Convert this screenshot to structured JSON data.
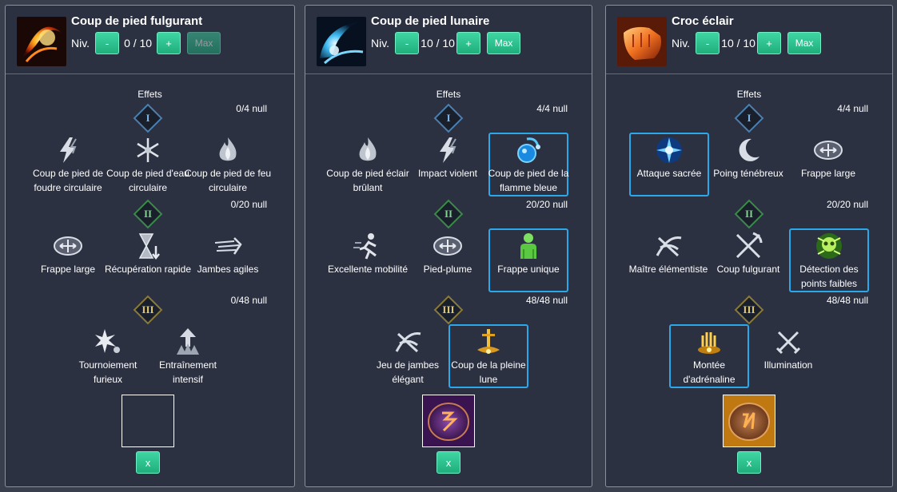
{
  "labels": {
    "niv": "Niv.",
    "minus": "-",
    "plus": "+",
    "max": "Max",
    "effets": "Effets",
    "remove": "x",
    "tier1": "I",
    "tier2": "II",
    "tier3": "III"
  },
  "panels": [
    {
      "name": "Coup de pied fulgurant",
      "level": "0 / 10",
      "counts": [
        "0/4 null",
        "0/20 null",
        "0/48 null"
      ],
      "tier1": [
        "Coup de pied de foudre circulaire",
        "Coup de pied d'eau circulaire",
        "Coup de pied de feu circulaire"
      ],
      "tier2": [
        "Frappe large",
        "Récupération rapide",
        "Jambes agiles"
      ],
      "tier3": [
        "Tournoiement furieux",
        "Entraînement intensif"
      ]
    },
    {
      "name": "Coup de pied lunaire",
      "level": "10 / 10",
      "counts": [
        "4/4 null",
        "20/20 null",
        "48/48 null"
      ],
      "tier1": [
        "Coup de pied éclair brûlant",
        "Impact violent",
        "Coup de pied de la flamme bleue"
      ],
      "tier2": [
        "Excellente mobilité",
        "Pied-plume",
        "Frappe unique"
      ],
      "tier3": [
        "Jeu de jambes élégant",
        "Coup de la pleine lune"
      ]
    },
    {
      "name": "Croc éclair",
      "level": "10 / 10",
      "counts": [
        "4/4 null",
        "20/20 null",
        "48/48 null"
      ],
      "tier1": [
        "Attaque sacrée",
        "Poing ténébreux",
        "Frappe large"
      ],
      "tier2": [
        "Maître élémentiste",
        "Coup fulgurant",
        "Détection des points faibles"
      ],
      "tier3": [
        "Montée d'adrénaline",
        "Illumination"
      ]
    }
  ]
}
